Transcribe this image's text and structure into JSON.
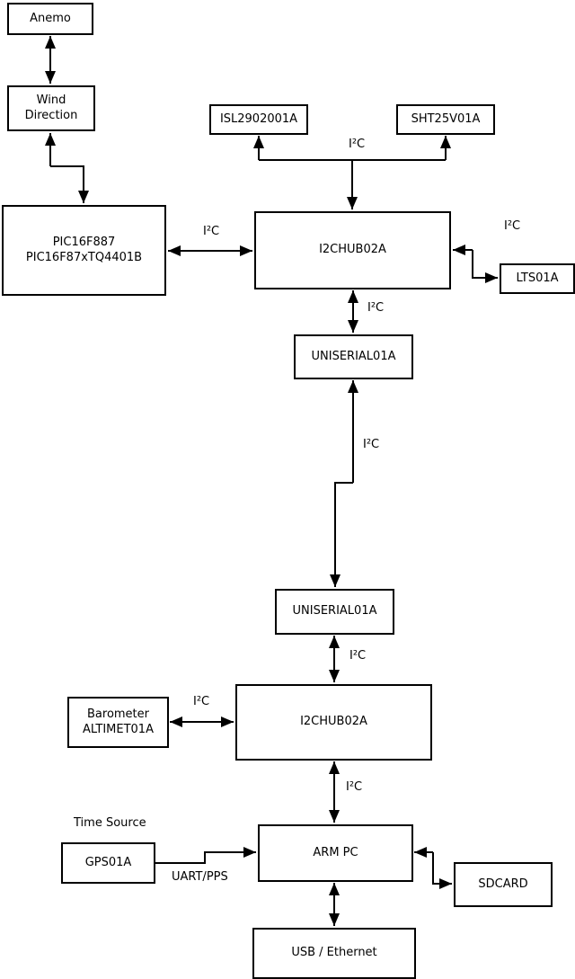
{
  "diagram": {
    "nodes": {
      "anemo": {
        "label": "Anemo"
      },
      "wind_direction": {
        "label": "Wind\nDirection"
      },
      "pic": {
        "label": "PIC16F887\nPIC16F87xTQ4401B"
      },
      "isl": {
        "label": "ISL2902001A"
      },
      "sht": {
        "label": "SHT25V01A"
      },
      "hub1": {
        "label": "I2CHUB02A"
      },
      "lts": {
        "label": "LTS01A"
      },
      "uniserial1": {
        "label": "UNISERIAL01A"
      },
      "uniserial2": {
        "label": "UNISERIAL01A"
      },
      "hub2": {
        "label": "I2CHUB02A"
      },
      "barometer": {
        "label": "Barometer\nALTIMET01A"
      },
      "arm_pc": {
        "label": "ARM PC"
      },
      "gps": {
        "label": "GPS01A"
      },
      "sdcard": {
        "label": "SDCARD"
      },
      "usb_ethernet": {
        "label": "USB / Ethernet"
      }
    },
    "edge_labels": {
      "i2c_pic_hub1": "I²C",
      "i2c_sensors_top": "I²C",
      "i2c_hub1_lts": "I²C",
      "i2c_hub1_uniserial1": "I²C",
      "i2c_uniserial_link": "I²C",
      "i2c_uniserial2_hub2": "I²C",
      "i2c_barometer_hub2": "I²C",
      "i2c_hub2_armpc": "I²C",
      "time_source": "Time Source",
      "uart_pps": "UART/PPS"
    },
    "colors": {
      "line": "#000000",
      "box_fill": "#ffffff",
      "text": "#000000"
    }
  }
}
